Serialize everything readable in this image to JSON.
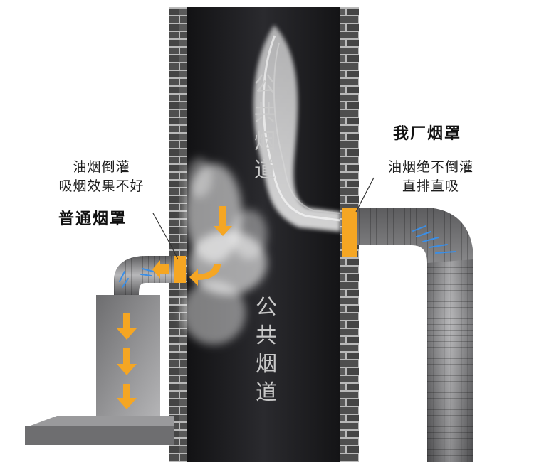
{
  "flue": {
    "upper_label": [
      "公",
      "共",
      "烟",
      "道"
    ],
    "lower_label": [
      "公",
      "共",
      "烟",
      "道"
    ]
  },
  "left_hood": {
    "title": "普通烟罩",
    "desc_line1": "油烟倒灌",
    "desc_line2": "吸烟效果不好"
  },
  "right_hood": {
    "title": "我厂烟罩",
    "desc_line1": "油烟绝不倒灌",
    "desc_line2": "直排直吸"
  },
  "colors": {
    "brick": "#4a4a4a",
    "mortar": "#b9b9b9",
    "flue_dark": "#1d1d1f",
    "accent_orange": "#f5a623",
    "arrow_blue": "#3a8ee6",
    "hood_gray": "#8c8c8c"
  }
}
